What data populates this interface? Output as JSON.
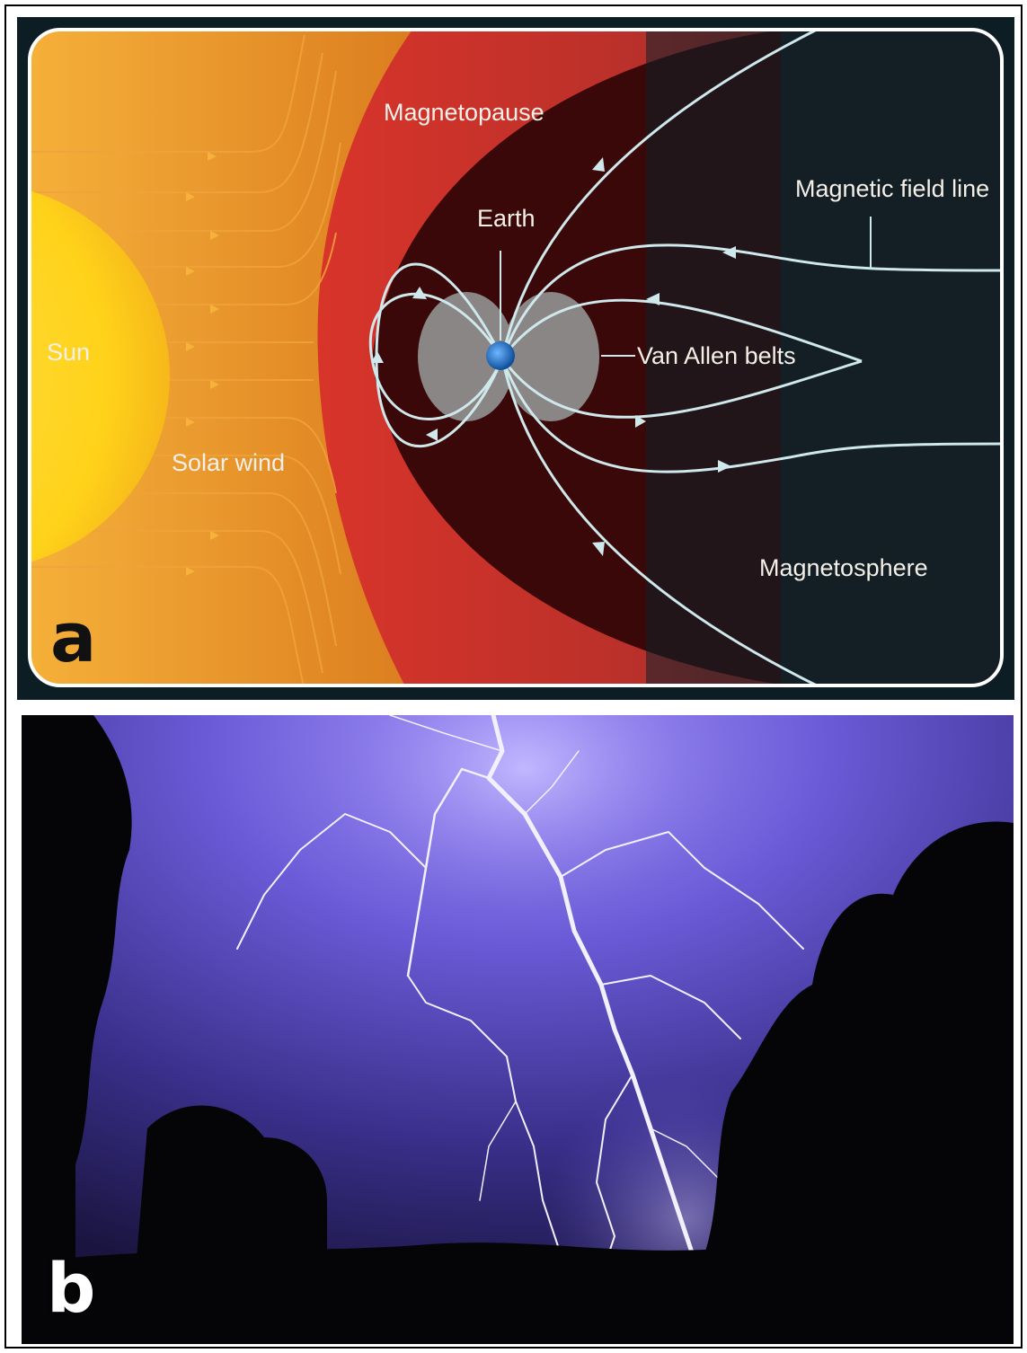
{
  "panel_a": {
    "letter": "a",
    "labels": {
      "sun": "Sun",
      "solar_wind": "Solar wind",
      "magnetopause": "Magnetopause",
      "earth": "Earth",
      "van_allen_belts": "Van Allen belts",
      "magnetic_field_line": "Magnetic field line",
      "magnetosphere": "Magnetosphere"
    },
    "colors": {
      "sun": "#ffd21a",
      "solar_wind_bg": "#e07a1c",
      "magnetopause": "#c8302a",
      "magnetosphere": "#3a0808",
      "space": "#0f2129",
      "field_lines": "#cfe8ec",
      "belts": "#8a8686",
      "earth": "#1a6fc4"
    }
  },
  "panel_b": {
    "letter": "b",
    "colors": {
      "sky": "#4b3fae",
      "lightning": "#eef0ff",
      "trees": "#050505"
    }
  }
}
